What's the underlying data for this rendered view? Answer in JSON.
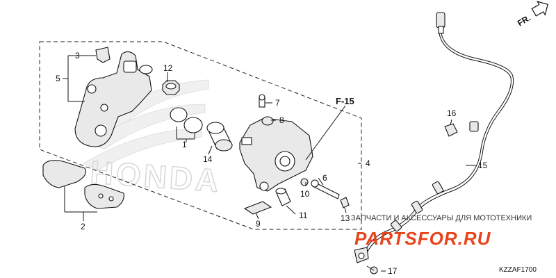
{
  "diagram": {
    "direction_marker": "FR.",
    "reference": "F-15",
    "part_numbers": [
      "1",
      "2",
      "3",
      "4",
      "5",
      "6",
      "7",
      "8",
      "9",
      "10",
      "11",
      "12",
      "13",
      "14",
      "15",
      "16",
      "17"
    ],
    "watermark": {
      "tagline": "ЗАПЧАСТИ И АКСЕССУАРЫ ДЛЯ МОТОТЕХНИКИ",
      "brand": "PARTSFOR.RU"
    },
    "background_logo": "HONDA",
    "diagram_code": "KZZAF1700"
  }
}
